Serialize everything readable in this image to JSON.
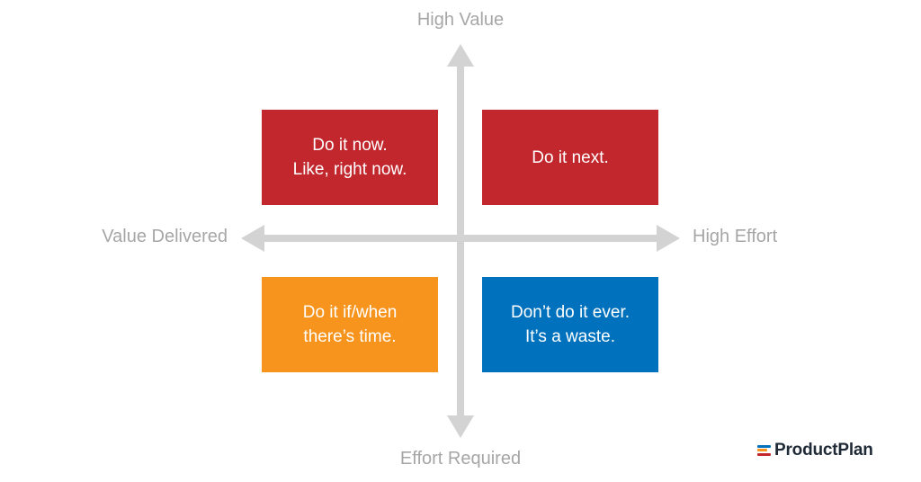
{
  "axes": {
    "top_label": "High Value",
    "bottom_label": "Effort Required",
    "left_label": "Value Delivered",
    "right_label": "High Effort",
    "color": "#d3d3d3"
  },
  "quadrants": {
    "top_left": {
      "lines": [
        "Do it now.",
        "Like, right now."
      ],
      "color": "#c1272d"
    },
    "top_right": {
      "lines": [
        "Do it next."
      ],
      "color": "#c1272d"
    },
    "bottom_left": {
      "lines": [
        "Do it if/when",
        "there’s time."
      ],
      "color": "#f7941d"
    },
    "bottom_right": {
      "lines": [
        "Don’t do it ever.",
        "It’s a waste."
      ],
      "color": "#0071bc"
    }
  },
  "brand": {
    "name": "ProductPlan",
    "mark_colors": [
      "#0071bc",
      "#f7941d",
      "#c1272d"
    ]
  }
}
